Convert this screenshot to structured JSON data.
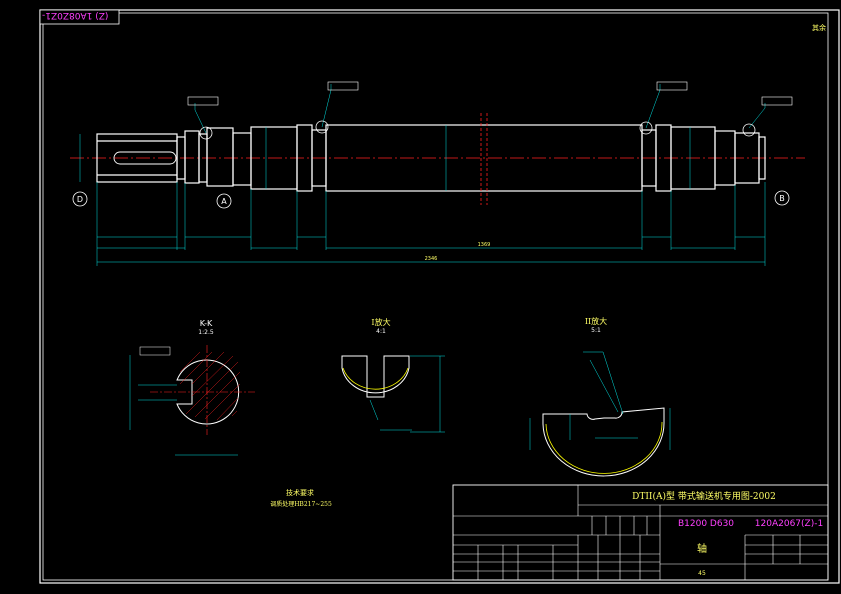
{
  "drawing_number_rotated": "(Z) 1A08Z0Z1-",
  "corner_note": "其余",
  "section_kk": {
    "title": "K-K",
    "scale": "1:2.5"
  },
  "detail_i": {
    "title": "I放大",
    "scale": "4:1"
  },
  "detail_ii": {
    "title": "II放大",
    "scale": "5:1"
  },
  "tech_req": {
    "title": "技术要求",
    "line1": "调质处理HB217~255"
  },
  "datum_labels": {
    "left": "D",
    "a": "A",
    "right": "B"
  },
  "dimensions": {
    "total": "2346",
    "middle": "1369"
  },
  "title_block": {
    "company": "DTII(A)型  带式输送机专用图-2002",
    "spec": "B1200  D630",
    "drawing_no": "120A2067(Z)-1",
    "part_name": "轴",
    "material": "45"
  },
  "colors": {
    "outline": "#ffffff",
    "centerline": "#ff2020",
    "dim": "#00e0e0",
    "hatch": "#ff2020",
    "arc": "#ffff00",
    "text": "#ff00ff",
    "label": "#ffff66"
  }
}
